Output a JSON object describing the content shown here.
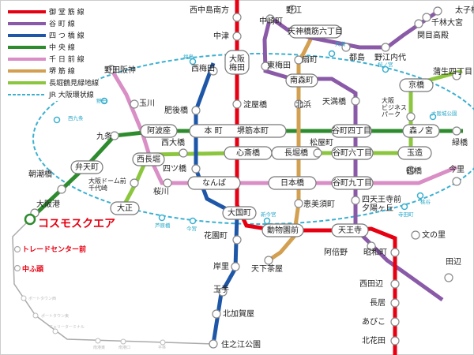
{
  "colors": {
    "midosuji": "#e60012",
    "tanimachi": "#8a5aa8",
    "yotsubashi": "#1f57a8",
    "chuo": "#2e8b2e",
    "sennichimae": "#d98ec5",
    "sakaisuji": "#d2a050",
    "nagahori": "#8cc63f",
    "jr_loop": "#3bb0d0",
    "newtram": "#aaaaaa"
  },
  "legend": [
    {
      "color_key": "midosuji",
      "label": "御 堂 筋 線",
      "style": "solid"
    },
    {
      "color_key": "tanimachi",
      "label": "谷 町 線",
      "style": "solid"
    },
    {
      "color_key": "yotsubashi",
      "label": "四 つ 橋 線",
      "style": "solid"
    },
    {
      "color_key": "chuo",
      "label": "中 央 線",
      "style": "solid"
    },
    {
      "color_key": "sennichimae",
      "label": "千 日 前 線",
      "style": "solid"
    },
    {
      "color_key": "sakaisuji",
      "label": "堺 筋 線",
      "style": "solid"
    },
    {
      "color_key": "nagahori",
      "label": "長堀鶴見緑地線",
      "style": "solid"
    },
    {
      "color_key": "jr_loop",
      "label": "JR 大阪環状線",
      "style": "dashed"
    }
  ],
  "stations": {
    "nishinakajima": "西中島南方",
    "nakatsu": "中津",
    "umeda": "大阪\n梅田",
    "yodoyabashi": "淀屋橋",
    "hommachi": "本 町",
    "shinsaibashi": "心斎橋",
    "namba": "なんば",
    "daikokucho": "大国町",
    "dobutsuen": "動物園前",
    "tennoji": "天王寺",
    "showacho": "昭和町",
    "nishitanabe": "西田辺",
    "nagai": "長居",
    "abiko": "あびこ",
    "kitahanada": "北花田",
    "noe": "野江",
    "sekime": "関目高殿",
    "taishi": "太子橋今市",
    "sembayashi": "千林大宮",
    "miyakojima": "都島",
    "noeuchindai": "野江内代",
    "tenjimbashi": "天神橋筋六丁目",
    "nakazakicho": "中崎町",
    "higashiumeda": "東梅田",
    "minamimorimachi": "南森町",
    "temmabashi": "天満橋",
    "tanimachi4": "谷町四丁目",
    "tanimachi6": "谷町六丁目",
    "tanimachi9": "谷町九丁目",
    "shitennoji": "四天王寺前\n夕陽ヶ丘",
    "abeno": "阿倍野",
    "fuminosato": "文の里",
    "tanabe": "田辺",
    "nishiumeda": "西梅田",
    "higobashi": "肥後橋",
    "yotsubashi": "四ツ橋",
    "hanazonocho": "花園町",
    "kishinosato": "岸里",
    "tamade": "玉手",
    "kitakagaya": "北加賀屋",
    "suminoekoen": "住之江公園",
    "cosmo": "コスモスクエア",
    "osakako": "大阪港",
    "asashiobashi": "朝潮橋",
    "bentencho": "弁天町",
    "kujo": "九条",
    "awaza": "阿波座",
    "sakaisujihommachi": "堺筋本町",
    "morinomiya": "森ノ宮",
    "midoribashi": "緑橋",
    "nodahanshin": "野田阪神",
    "tamagawa": "玉川",
    "nishinagahori": "西長堀",
    "sakuragawa": "桜川",
    "nipponbashi": "日本橋",
    "tsuruhashi": "鶴橋",
    "imazato": "今里",
    "ogimachi": "扇町",
    "kitahama": "北浜",
    "nagahoribashi": "長堀橋",
    "ebisucho": "恵美須町",
    "tengachaya": "天下茶屋",
    "kyobashi": "京橋",
    "osakabiz": "大阪\nビジネス\nパーク",
    "gamo4": "蒲生四丁目",
    "tamatsukuri": "玉造",
    "matsuyamachi": "松屋町",
    "nishiohashi": "西大橋",
    "domemae": "大阪ドーム前\n千代崎",
    "taisho": "大正",
    "trade": "トレードセンター前",
    "nakafuto": "中ふ頭"
  },
  "jr_labels": {
    "fukushima": "福島",
    "temma": "天満",
    "sakuranomiya": "桜ノ宮",
    "osakajokoen": "大阪城公園",
    "noda": "野田",
    "nishikujo": "西九条",
    "shinimamiya": "新今宮",
    "imamiya": "今宮",
    "ashiharabashi": "芦原橋",
    "teradacho": "寺田町",
    "momodani": "桃谷"
  },
  "newtram_labels": {
    "a": "ポートタウン西",
    "b": "ポートタウン東",
    "c": "フェリーターミナル",
    "d": "南港東",
    "e": "南港口",
    "f": "平林"
  }
}
